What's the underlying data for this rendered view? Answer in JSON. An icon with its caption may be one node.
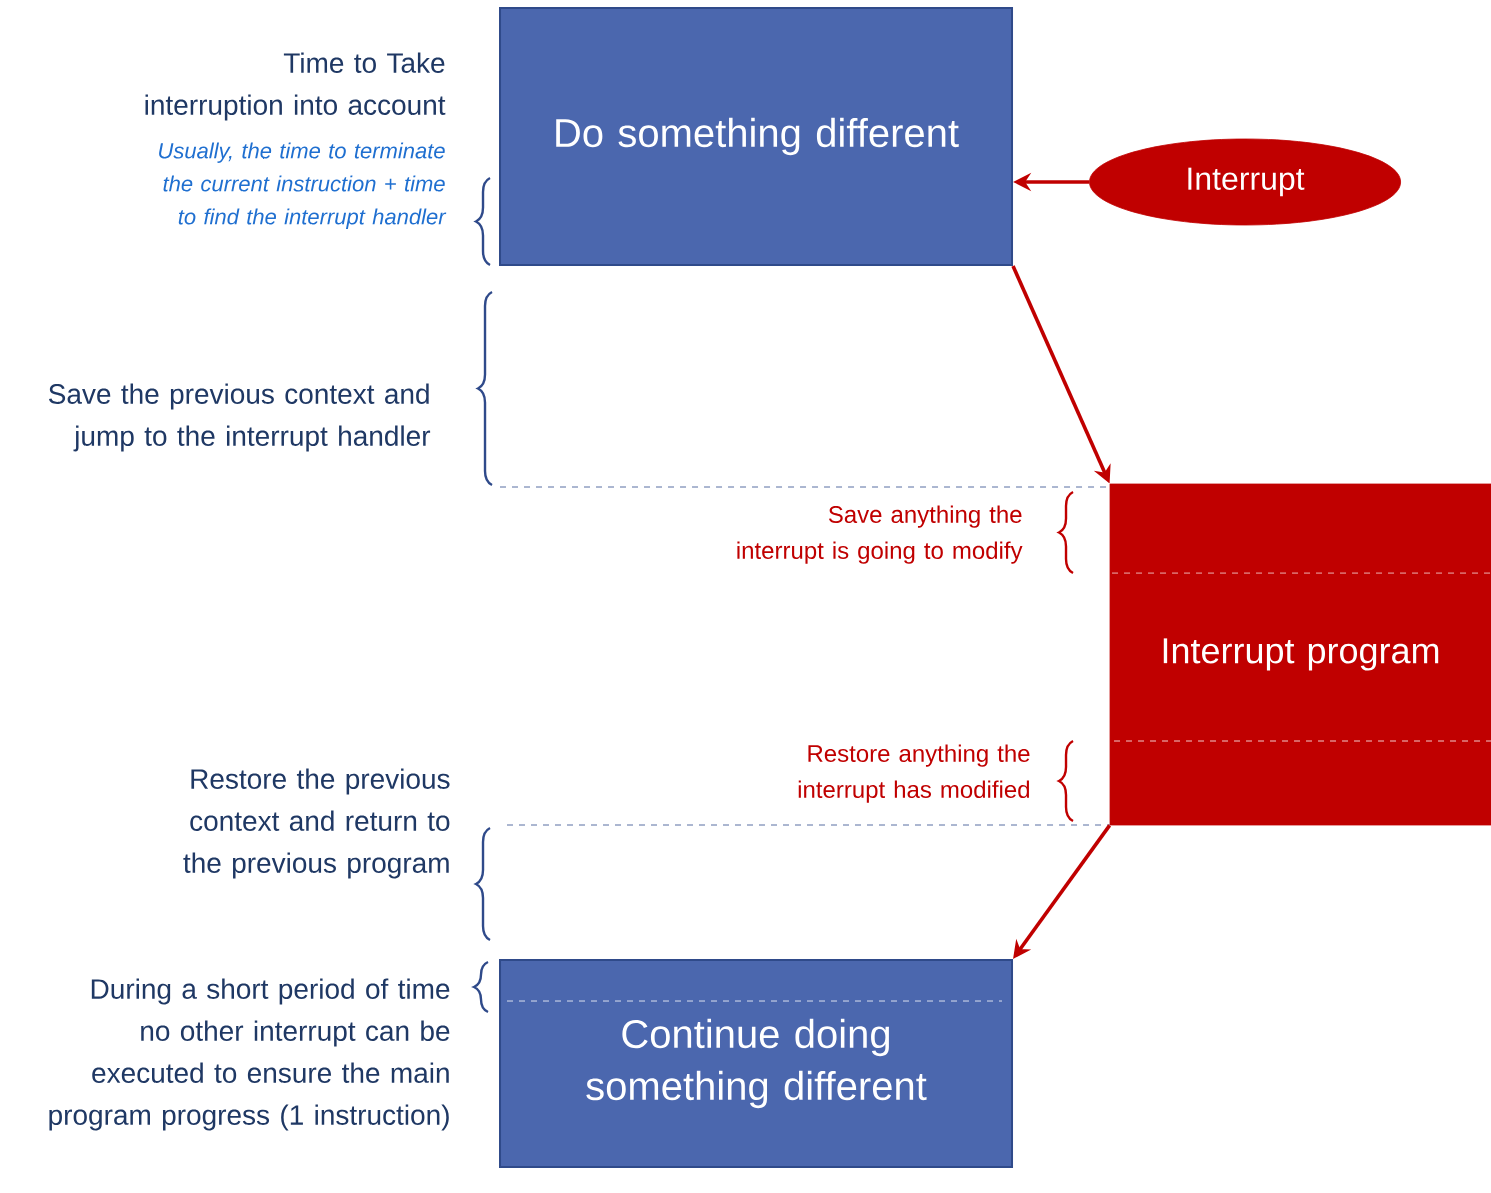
{
  "diagram": {
    "nodes": [
      {
        "text": [
          "Do something different"
        ]
      },
      {
        "text": [
          "Interrupt"
        ]
      },
      {
        "text": [
          "Interrupt program"
        ]
      },
      {
        "text": [
          "Continue doing something different"
        ]
      }
    ],
    "edges": [
      {
        "from": 1,
        "to": 0,
        "arrow": "to"
      },
      {
        "from": 0,
        "to": 2,
        "arrow": "to"
      },
      {
        "from": 2,
        "to": 3,
        "arrow": "to"
      }
    ],
    "labels": [
      "Time to Take interruption into account",
      "Usually, the time to terminate the current instruction + time to find the interrupt handler",
      "Save the previous context and jump to the interrupt handler",
      "Save anything the interrupt is going to modify",
      "Restore anything the interrupt has modified",
      "Restore the previous context and return to the previous program",
      "During a short period of time no other interrupt can be executed to ensure the main program progress (1 instruction)"
    ]
  }
}
